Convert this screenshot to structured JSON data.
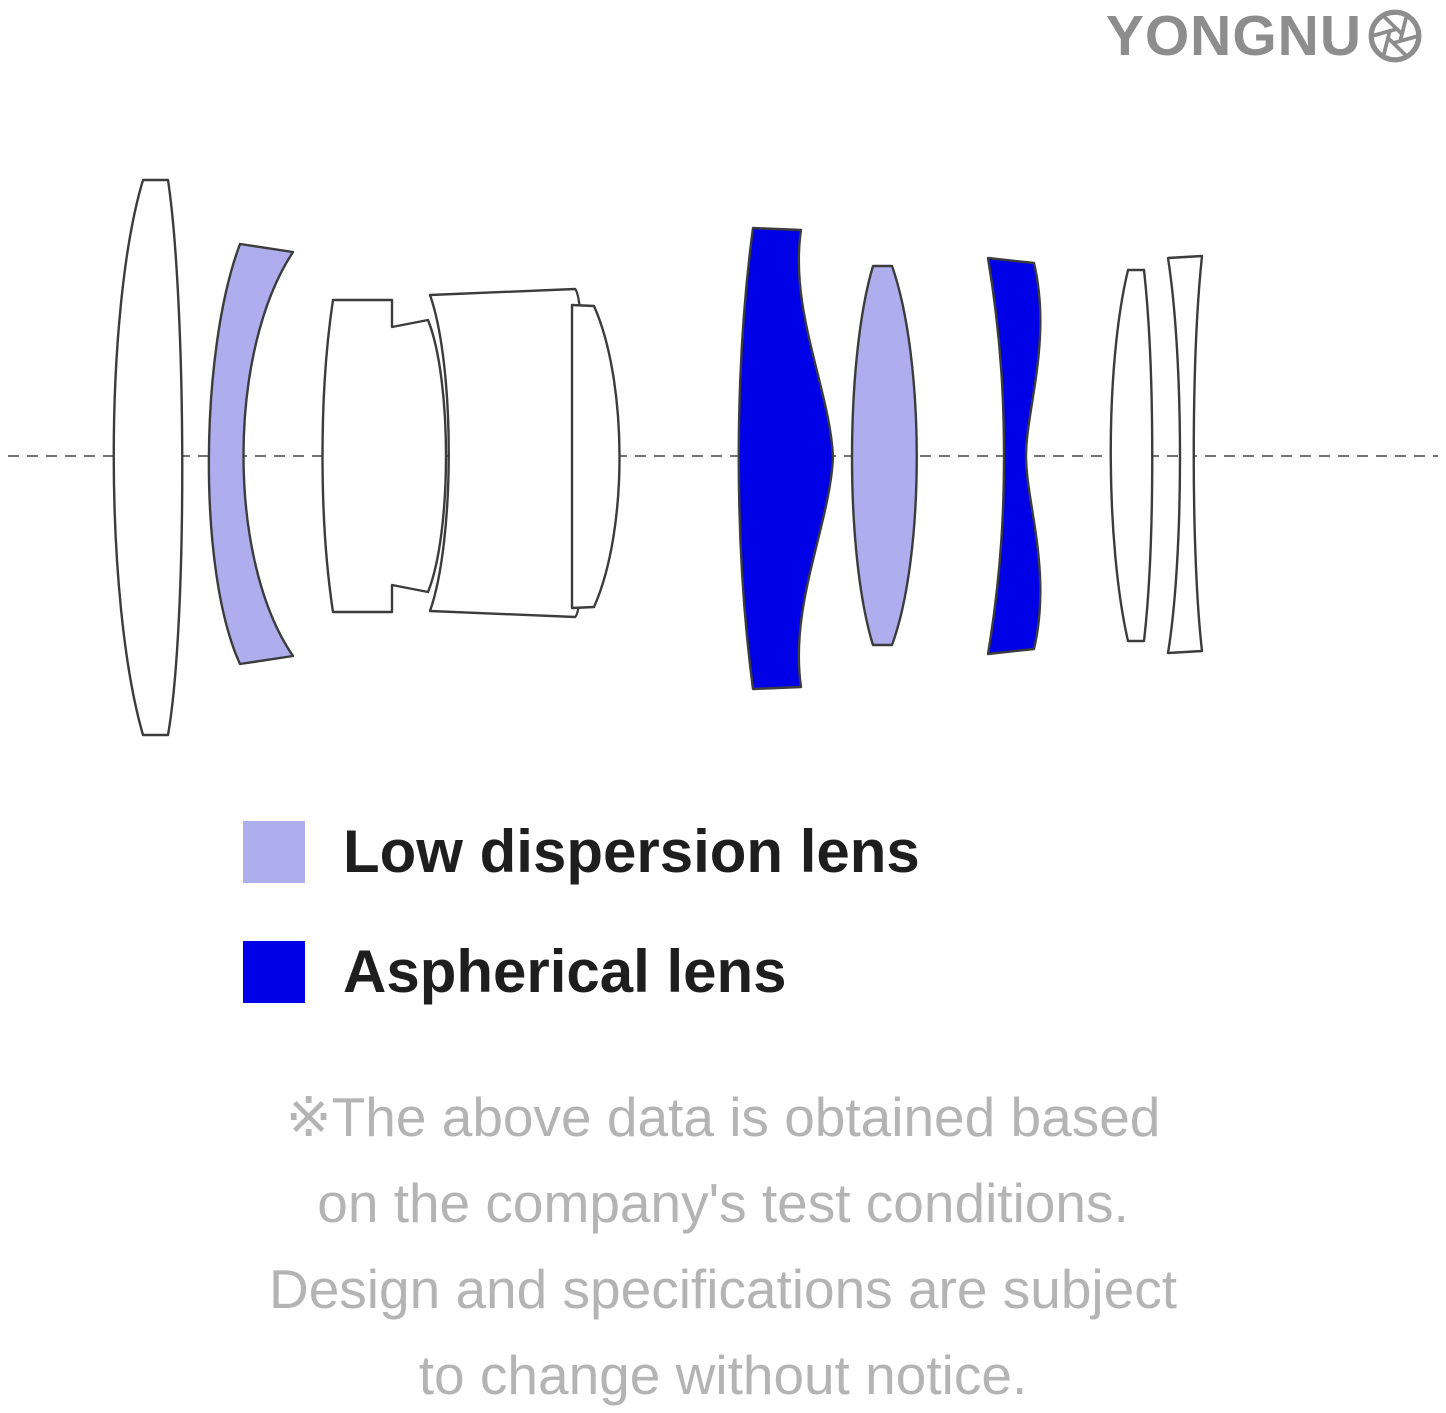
{
  "brand": {
    "logo_text": "YONGNU",
    "logo_icon": "aperture-o"
  },
  "colors": {
    "standard": "#ffffff",
    "low_dispersion": "#aeaeef",
    "aspherical": "#0000e6",
    "outline": "#3c3c3c",
    "axis": "#737373",
    "logo_gray": "#8d8d8d",
    "legend_text": "#1e1e1e",
    "disclaimer_gray": "#b4b4b4"
  },
  "diagram": {
    "type": "lens-cross-section",
    "optical_axis": "dashed-horizontal-line",
    "elements": [
      {
        "id": 1,
        "type": "standard"
      },
      {
        "id": 2,
        "type": "low_dispersion"
      },
      {
        "id": 3,
        "type": "standard"
      },
      {
        "id": 4,
        "type": "standard"
      },
      {
        "id": 5,
        "type": "standard"
      },
      {
        "id": 6,
        "type": "aspherical"
      },
      {
        "id": 7,
        "type": "low_dispersion"
      },
      {
        "id": 8,
        "type": "aspherical"
      },
      {
        "id": 9,
        "type": "standard"
      },
      {
        "id": 10,
        "type": "standard"
      }
    ]
  },
  "legend": [
    {
      "label": "Low dispersion lens",
      "color": "#aeaeef"
    },
    {
      "label": "Aspherical lens",
      "color": "#0000e6"
    }
  ],
  "disclaimer": {
    "lines": [
      "※The above data is obtained based",
      "on the company's test conditions.",
      "Design and specifications are subject",
      "to change without notice."
    ]
  }
}
